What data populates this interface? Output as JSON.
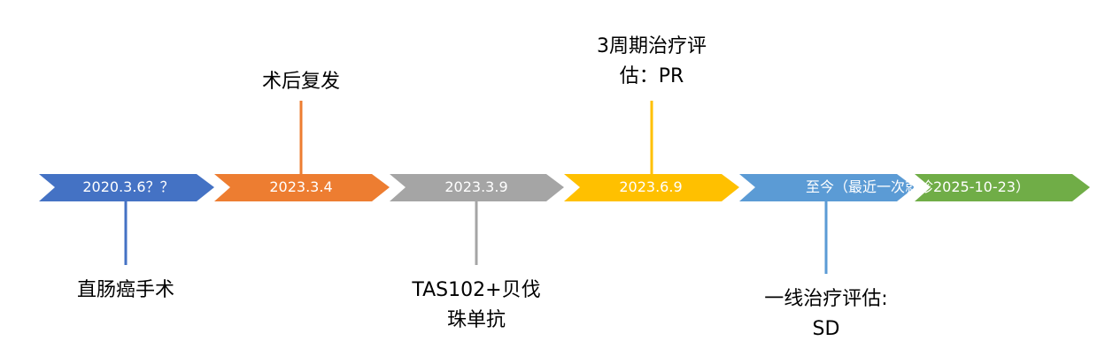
{
  "timeline": {
    "segments": [
      {
        "label": "2020.3.6？？",
        "color": "#4472C4"
      },
      {
        "label": "2023.3.4",
        "color": "#ED7D31"
      },
      {
        "label": "2023.3.9",
        "color": "#A5A5A5"
      },
      {
        "label": "2023.6.9",
        "color": "#FFC000"
      },
      {
        "label": "至今（最近一次就诊2025-10-23）",
        "color": "#5B9BD5"
      },
      {
        "label": "",
        "color": "#70AD47"
      }
    ],
    "events": [
      {
        "text": "直肠癌手术",
        "color": "#4472C4"
      },
      {
        "text": "术后复发",
        "color": "#ED7D31"
      },
      {
        "text": "TAS102+贝伐\n珠单抗",
        "color": "#A5A5A5"
      },
      {
        "text": "3周期治疗评\n估：PR",
        "color": "#FFC000"
      },
      {
        "text": "一线治疗评估:\nSD",
        "color": "#5B9BD5"
      }
    ]
  }
}
